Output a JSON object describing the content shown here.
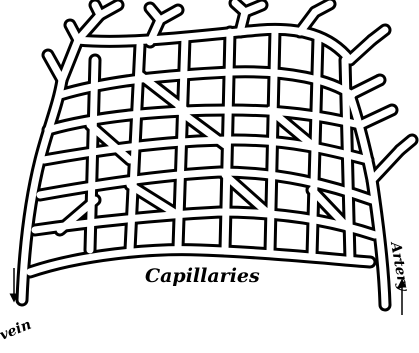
{
  "labels": {
    "caption": "Capillaries",
    "vein": "vein",
    "artery": "Artery"
  }
}
